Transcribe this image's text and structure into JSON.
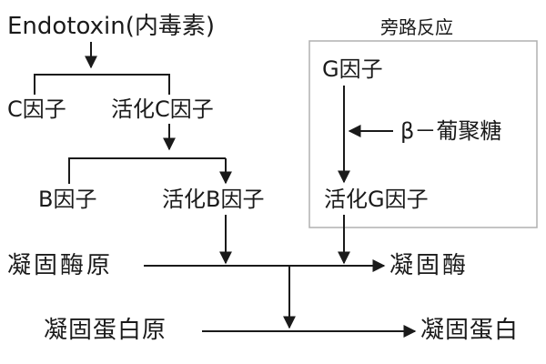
{
  "labels": {
    "endotoxin": "Endotoxin(内毒素)",
    "c_factor": "C因子",
    "active_c": "活化C因子",
    "b_factor": "B因子",
    "active_b": "活化B因子",
    "proclotting_enzyme": "凝固酶原",
    "clotting_enzyme": "凝固酶",
    "coagulogen": "凝固蛋白原",
    "coagulin": "凝固蛋白",
    "side_pathway_title": "旁路反应",
    "g_factor": "G因子",
    "beta_glucan": "β－葡聚糖",
    "active_g": "活化G因子"
  },
  "colors": {
    "line": "#1a1a1a",
    "box_border": "#b0b0b0",
    "text": "#1a1a1a"
  }
}
